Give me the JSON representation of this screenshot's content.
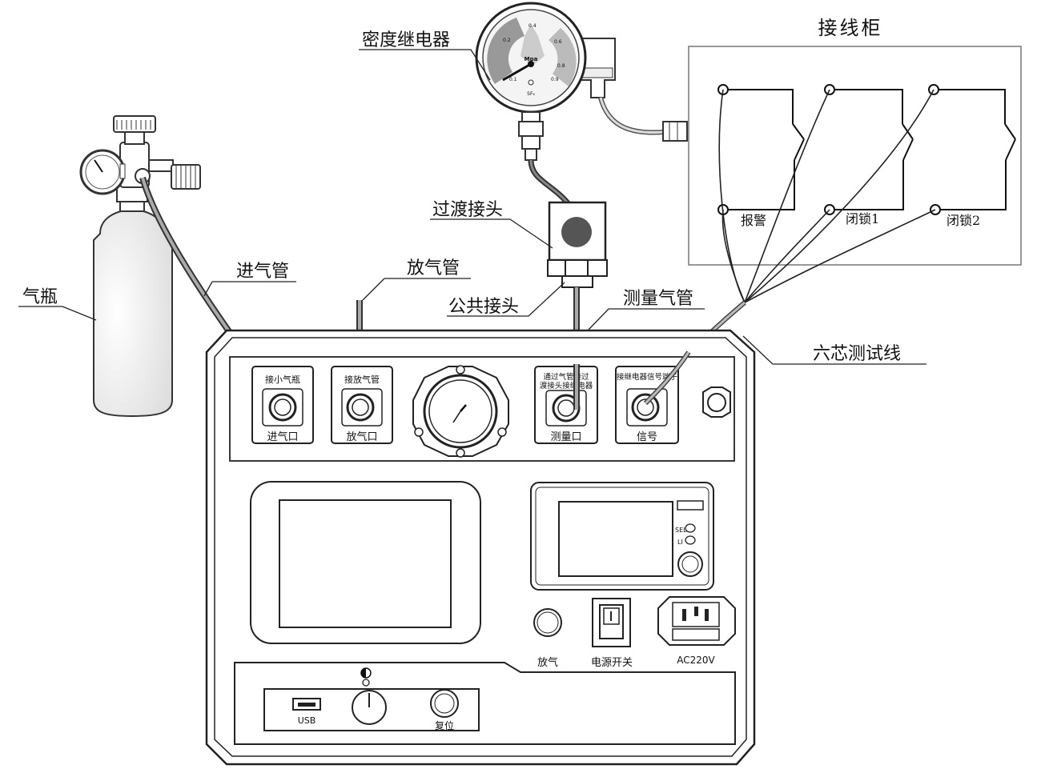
{
  "callouts": {
    "density_relay": "密度继电器",
    "transition_joint": "过渡接头",
    "common_joint": "公共接头",
    "gas_cylinder": "气瓶",
    "intake_pipe": "进气管",
    "vent_pipe": "放气管",
    "measure_pipe": "测量气管",
    "six_core_line": "六芯测试线",
    "wiring_cabinet": "接线柜"
  },
  "cabinet": {
    "alarm": "报警",
    "lock1": "闭锁1",
    "lock2": "闭锁2"
  },
  "relay_gauge": {
    "unit": "Mpa",
    "gas": "SF₆",
    "ticks": [
      "0.1",
      "0.2",
      "0.4",
      "0.6",
      "0.8",
      "0.9"
    ]
  },
  "panel": {
    "port_inlet_top": "接小气瓶",
    "port_inlet_bottom": "进气口",
    "port_vent_top": "接放气管",
    "port_vent_bottom": "放气口",
    "port_measure_top1": "通过气管接过",
    "port_measure_top2": "渡接头接继电器",
    "port_measure_bottom": "测量口",
    "port_signal_top": "接继电器信号端子",
    "port_signal_bottom": "信号",
    "sel": "SEL",
    "li": "LI",
    "vent_button": "放气",
    "power_switch": "电源开关",
    "ac_input": "AC220V",
    "usb": "USB",
    "reset": "复位"
  }
}
